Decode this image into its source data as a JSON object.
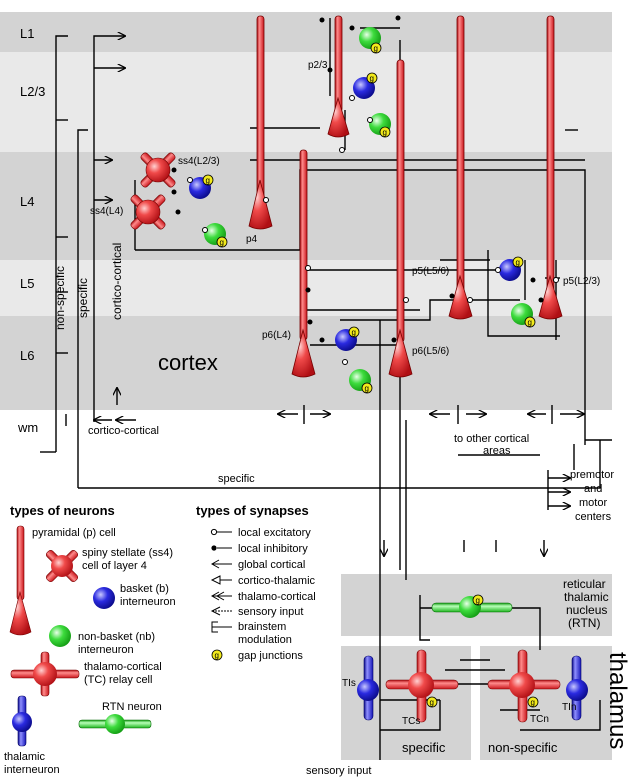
{
  "layers": [
    {
      "id": "L1",
      "label": "L1"
    },
    {
      "id": "L23",
      "label": "L2/3"
    },
    {
      "id": "L4",
      "label": "L4"
    },
    {
      "id": "L5",
      "label": "L5"
    },
    {
      "id": "L6",
      "label": "L6"
    },
    {
      "id": "wm",
      "label": "wm"
    }
  ],
  "region_labels": {
    "cortex": "cortex",
    "thalamus": "thalamus",
    "rtn": [
      "reticular",
      "thalamic",
      "nucleus",
      "(RTN)"
    ],
    "specific_box": "specific",
    "nonspecific_box": "non-specific"
  },
  "pathway_labels": {
    "non_specific": "non-specific",
    "specific_vertical": "specific",
    "cortico_cortical_vertical": "cortico-cortical",
    "cortico_cortical_bottom": "cortico-cortical",
    "specific_horizontal": "specific",
    "to_other_cortical": [
      "to other cortical",
      "areas"
    ],
    "premotor": [
      "premotor",
      "and",
      "motor",
      "centers"
    ],
    "sensory_input": "sensory input"
  },
  "cell_labels": {
    "p23": "p2/3",
    "ss4_l23": "ss4(L2/3)",
    "ss4_l4": "ss4(L4)",
    "p4": "p4",
    "p5_l56": "p5(L5/6)",
    "p5_l23": "p5(L2/3)",
    "p6_l4": "p6(L4)",
    "p6_l56": "p6(L5/6)",
    "tis": "TIs",
    "tcs": "TCs",
    "tcn": "TCn",
    "tin": "TIn",
    "gap": "g"
  },
  "legend_neurons": {
    "title": "types of neurons",
    "items": [
      "pyramidal (p) cell",
      "spiny stellate (ss4)",
      "cell of layer 4",
      "basket (b)",
      "interneuron",
      "non-basket (nb)",
      "interneuron",
      "thalamo-cortical",
      "(TC) relay cell",
      "RTN neuron",
      "thalamic",
      "interneuron"
    ]
  },
  "legend_synapses": {
    "title": "types of synapses",
    "items": [
      "local excitatory",
      "local inhibitory",
      "global cortical",
      "cortico-thalamic",
      "thalamo-cortical",
      "sensory input",
      "brainstem",
      "modulation",
      "gap junctions"
    ]
  },
  "colors": {
    "red": "#e8232a",
    "green": "#3ddc3d",
    "blue": "#2222dd",
    "gap": "#f2ea1c",
    "band_dark": "#d3d3d3",
    "band_light": "#e9e9e9"
  }
}
